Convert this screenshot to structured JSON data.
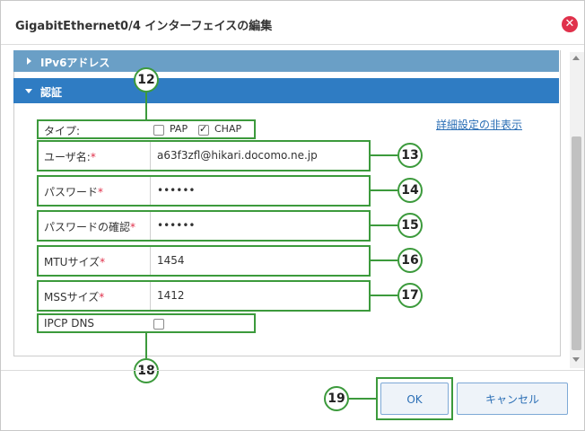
{
  "dialog": {
    "title": "GigabitEthernet0/4 インターフェイスの編集",
    "close_icon": "close-icon"
  },
  "sections": {
    "ipv6": {
      "label": "IPv6アドレス",
      "icon": "chevron-right-icon"
    },
    "auth": {
      "label": "認証",
      "icon": "chevron-down-icon"
    }
  },
  "form": {
    "type": {
      "label": "タイプ:",
      "pap_label": "PAP",
      "pap_checked": false,
      "chap_label": "CHAP",
      "chap_checked": true
    },
    "advanced_link": "詳細設定の非表示",
    "username": {
      "label": "ユーザ名:",
      "required": "*",
      "value": "a63f3zfl@hikari.docomo.ne.jp"
    },
    "password": {
      "label": "パスワード",
      "required": "*",
      "value": "••••••"
    },
    "password_confirm": {
      "label": "パスワードの確認",
      "required": "*",
      "value": "••••••"
    },
    "mtu": {
      "label": "MTUサイズ",
      "required": "*",
      "value": "1454"
    },
    "mss": {
      "label": "MSSサイズ",
      "required": "*",
      "value": "1412"
    },
    "ipcp_dns": {
      "label": "IPCP DNS",
      "checked": false
    }
  },
  "callouts": [
    "12",
    "13",
    "14",
    "15",
    "16",
    "17",
    "18",
    "19"
  ],
  "buttons": {
    "ok": "OK",
    "cancel": "キャンセル"
  },
  "colors": {
    "header_active": "#2f7cc3",
    "header_inactive": "#6a9fc6",
    "callout_green": "#3c9a3c",
    "required_red": "#e0314b",
    "close_red": "#e0314b"
  }
}
